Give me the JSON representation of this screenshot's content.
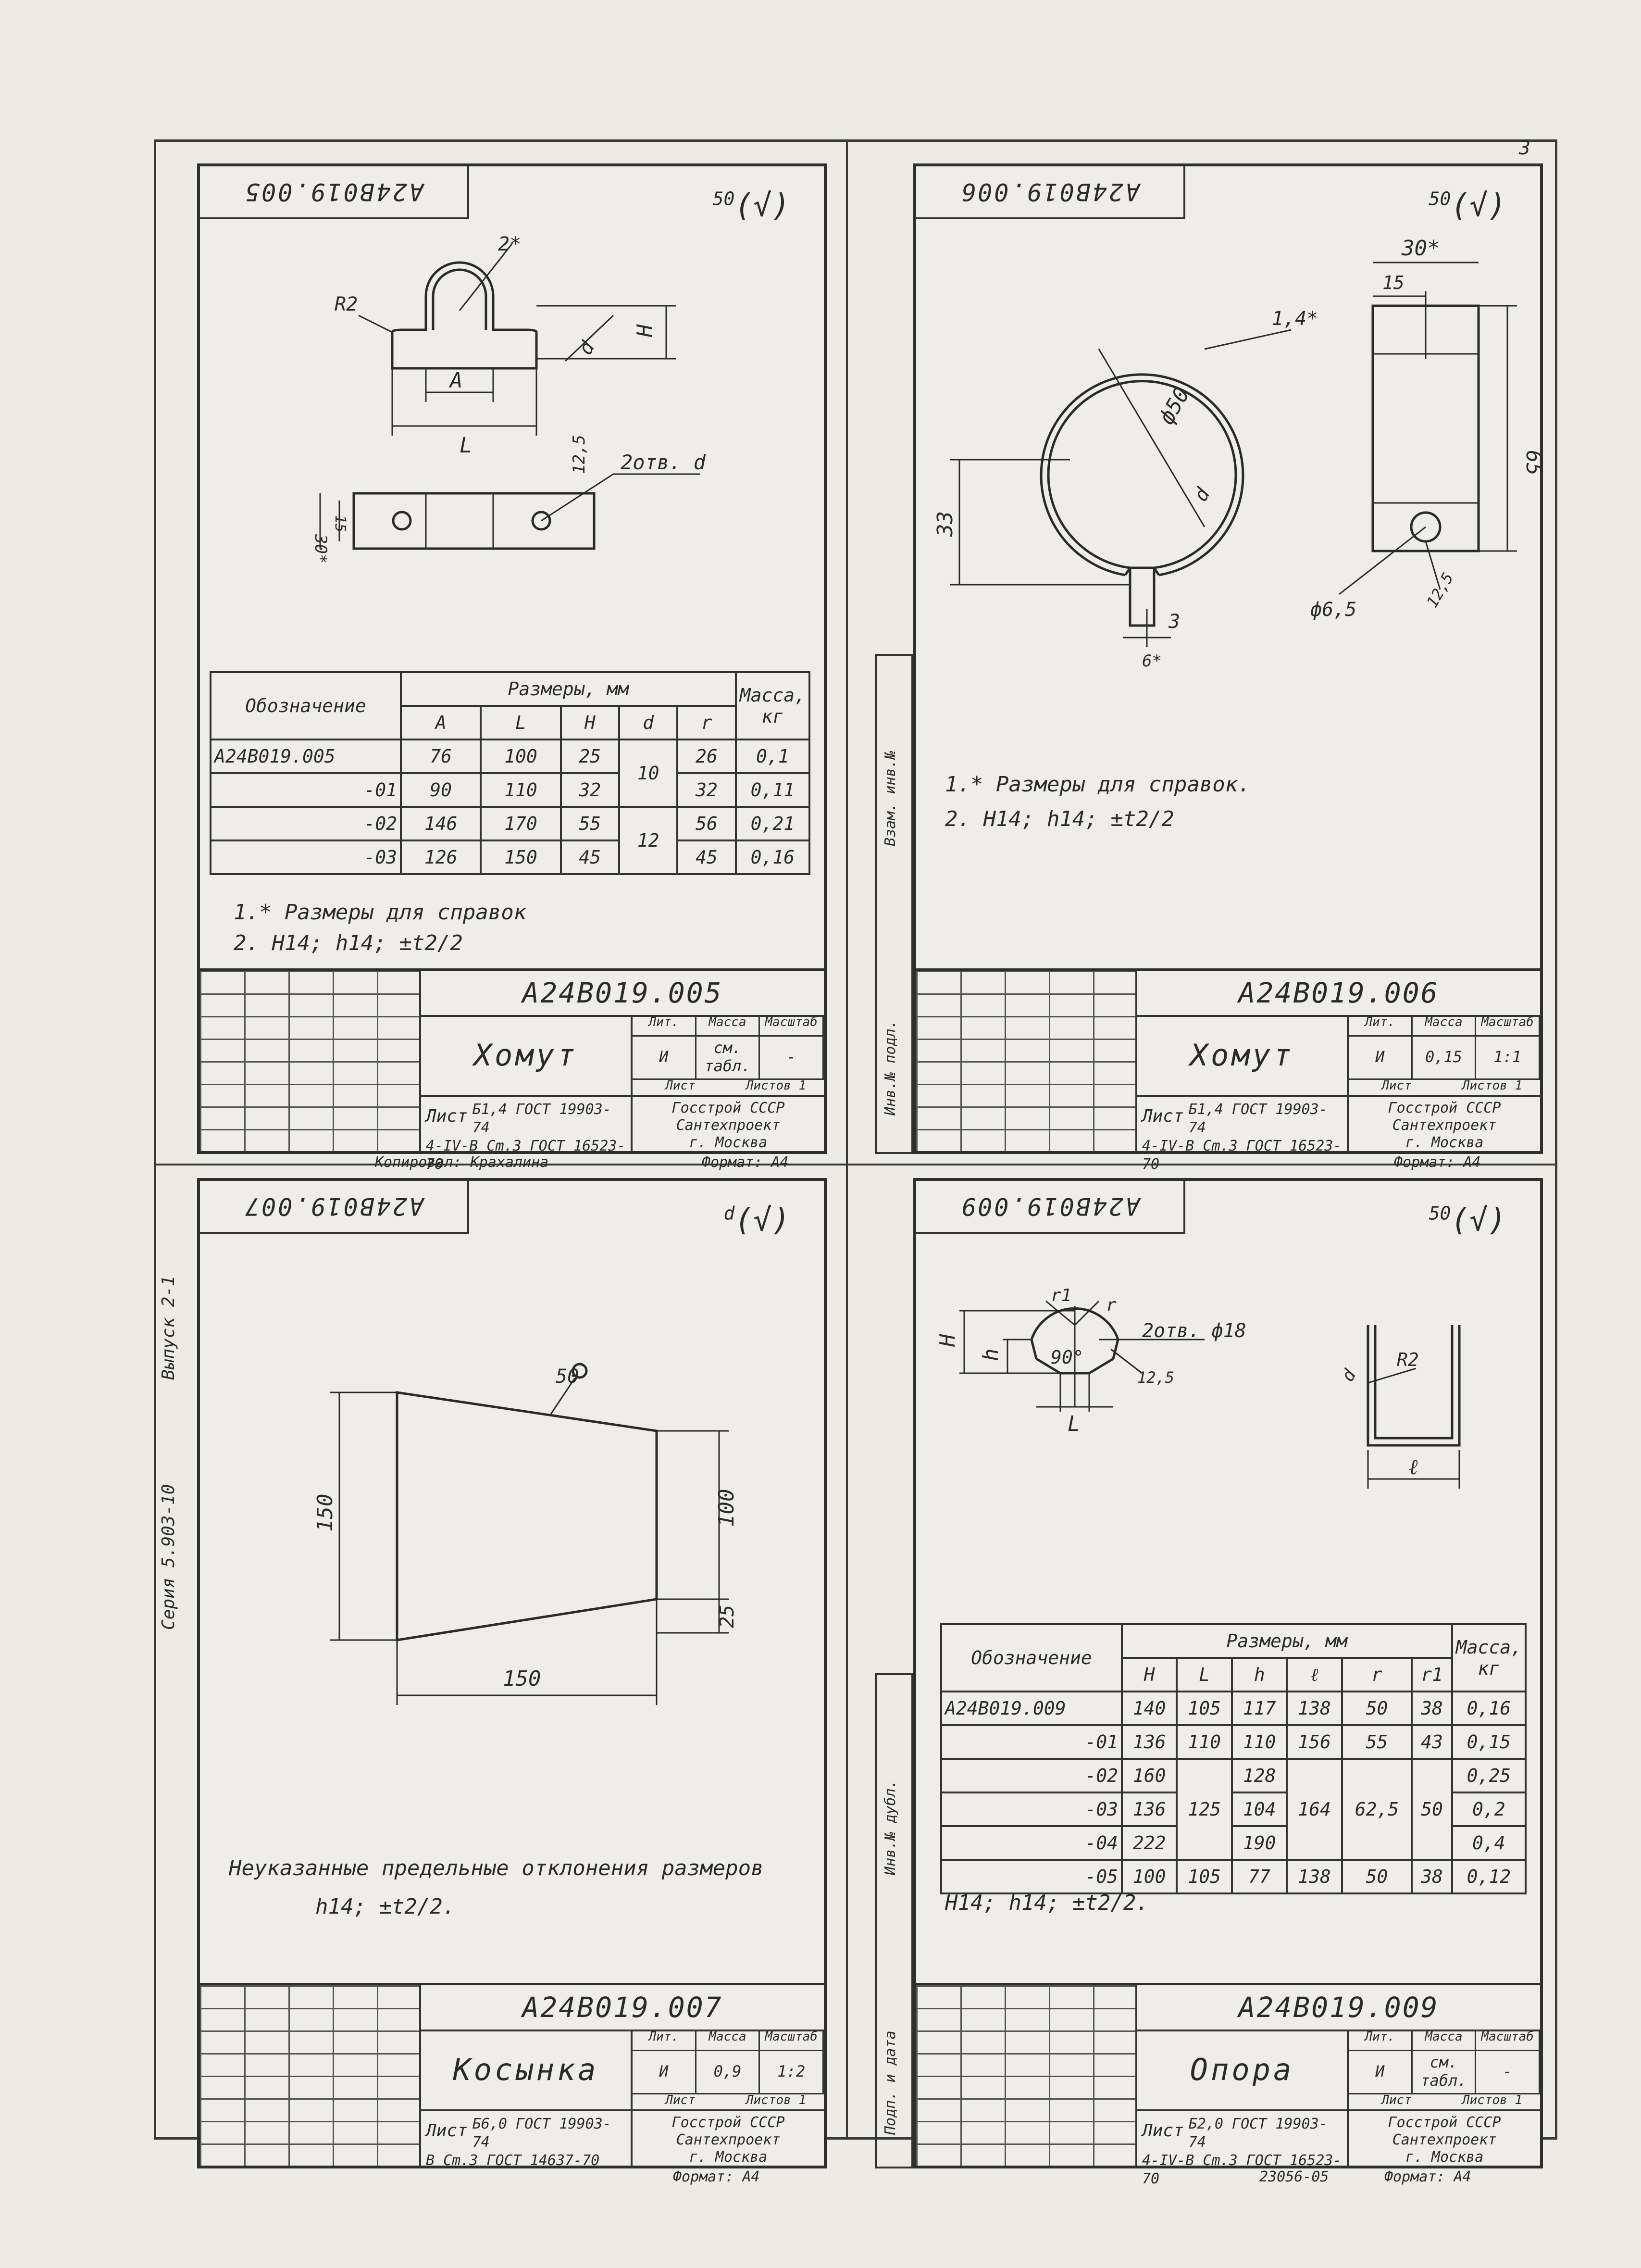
{
  "corner_number": "3",
  "series_label": "Серия 5.903-10",
  "issue_label": "Выпуск 2-1",
  "copied_by": "Копировал: Крахалина",
  "side_labels": {
    "inv": "Инв.№ подл.",
    "sign": "Подп. и дата",
    "vzam": "Взам. инв.№",
    "inv2": "Инв.№ дубл."
  },
  "sheets": [
    {
      "code": "A24B019.005",
      "stamp": "A24B019.005",
      "roughness": {
        "value": "50",
        "sym": "(√)"
      },
      "dim_labels": {
        "two_star": "2*",
        "R2": "R2",
        "H": "H",
        "A": "A",
        "L": "L",
        "holes": "2отв. d",
        "d": "d",
        "w30": "30*",
        "w15": "15",
        "c125": "12,5"
      },
      "table": {
        "head_designation": "Обозначение",
        "head_sizes": "Размеры, мм",
        "head_mass": "Масса, кг",
        "cols": [
          "A",
          "L",
          "H",
          "d",
          "r"
        ],
        "rows": [
          {
            "des": "A24B019.005",
            "A": "76",
            "L": "100",
            "H": "25",
            "d": "10",
            "r": "26",
            "m": "0,1"
          },
          {
            "des": "-01",
            "A": "90",
            "L": "110",
            "H": "32",
            "d": "",
            "r": "32",
            "m": "0,11"
          },
          {
            "des": "-02",
            "A": "146",
            "L": "170",
            "H": "55",
            "d": "12",
            "r": "56",
            "m": "0,21"
          },
          {
            "des": "-03",
            "A": "126",
            "L": "150",
            "H": "45",
            "d": "",
            "r": "45",
            "m": "0,16"
          }
        ]
      },
      "notes": [
        "1.* Размеры для справок",
        "2. H14; h14; ±t2/2"
      ],
      "tb": {
        "title": "Хомут",
        "material_prefix": "Лист",
        "material_line1": "Б1,4 ГОСТ 19903-74",
        "material_line2": "4-IV-B Cm.3 ГОСТ 16523-70",
        "lit_hdr": "Лит.",
        "mass_hdr": "Масса",
        "scale_hdr": "Масштаб",
        "lit": "И",
        "mass": "см. табл.",
        "scale": "-",
        "sheet": "Лист",
        "sheets": "Листов 1",
        "org1": "Госстрой СССР",
        "org2": "Сантехпроект",
        "org3": "г. Москва",
        "format": "Формат: А4"
      }
    },
    {
      "code": "A24B019.006",
      "stamp": "A24B019.006",
      "roughness": {
        "value": "50",
        "sym": "(√)"
      },
      "dim_labels": {
        "t14": "1,4*",
        "d50": "ф50",
        "d": "d",
        "h33": "33",
        "w3": "3",
        "w6": "6*",
        "w30": "30*",
        "w15": "15",
        "h65": "65",
        "d65": "ф6,5",
        "c125": "12,5"
      },
      "notes": [
        "1.* Размеры для справок.",
        "2. H14; h14; ±t2/2"
      ],
      "tb": {
        "title": "Хомут",
        "material_prefix": "Лист",
        "material_line1": "Б1,4 ГОСТ 19903-74",
        "material_line2": "4-IV-B Cm.3 ГОСТ 16523-70",
        "lit_hdr": "Лит.",
        "mass_hdr": "Масса",
        "scale_hdr": "Масштаб",
        "lit": "И",
        "mass": "0,15",
        "scale": "1:1",
        "sheet": "Лист",
        "sheets": "Листов 1",
        "org1": "Госстрой СССР",
        "org2": "Сантехпроект",
        "org3": "г. Москва",
        "format": "Формат: А4"
      }
    },
    {
      "code": "A24B019.007",
      "stamp": "A24B019.007",
      "roughness": {
        "value": "d",
        "sym": "(√)"
      },
      "dim_labels": {
        "h150": "150",
        "w150": "150",
        "h100": "100",
        "h25": "25",
        "r50": "50"
      },
      "notes": [
        "Неуказанные предельные отклонения размеров",
        "h14; ±t2/2."
      ],
      "tb": {
        "title": "Косынка",
        "material_prefix": "Лист",
        "material_line1": "Б6,0 ГОСТ 19903-74",
        "material_line2": "B Cm.3 ГОСТ 14637-70",
        "lit_hdr": "Лит.",
        "mass_hdr": "Масса",
        "scale_hdr": "Масштаб",
        "lit": "И",
        "mass": "0,9",
        "scale": "1:2",
        "sheet": "Лист",
        "sheets": "Листов 1",
        "org1": "Госстрой СССР",
        "org2": "Сантехпроект",
        "org3": "г. Москва",
        "format": "Формат: А4"
      }
    },
    {
      "code": "A24B019.009",
      "stamp": "A24B019.009",
      "roughness": {
        "value": "50",
        "sym": "(√)"
      },
      "dim_labels": {
        "H": "H",
        "h": "h",
        "L": "L",
        "r1": "r1",
        "r": "r",
        "angle": "90°",
        "holes": "2отв. ф18",
        "c125": "12,5",
        "d": "d",
        "R2": "R2",
        "l": "ℓ"
      },
      "table": {
        "head_designation": "Обозначение",
        "head_sizes": "Размеры, мм",
        "head_mass": "Масса, кг",
        "cols": [
          "H",
          "L",
          "h",
          "ℓ",
          "r",
          "r1"
        ],
        "rows": [
          {
            "des": "A24B019.009",
            "H": "140",
            "L": "105",
            "h": "117",
            "l": "138",
            "r": "50",
            "r1": "38",
            "m": "0,16"
          },
          {
            "des": "-01",
            "H": "136",
            "L": "110",
            "h": "110",
            "l": "156",
            "r": "55",
            "r1": "43",
            "m": "0,15"
          },
          {
            "des": "-02",
            "H": "160",
            "L": "",
            "h": "128",
            "l": "",
            "r": "",
            "r1": "",
            "m": "0,25"
          },
          {
            "des": "-03",
            "H": "136",
            "L": "125",
            "h": "104",
            "l": "164",
            "r": "62,5",
            "r1": "50",
            "m": "0,2"
          },
          {
            "des": "-04",
            "H": "222",
            "L": "",
            "h": "190",
            "l": "",
            "r": "",
            "r1": "",
            "m": "0,4"
          },
          {
            "des": "-05",
            "H": "100",
            "L": "105",
            "h": "77",
            "l": "138",
            "r": "50",
            "r1": "38",
            "m": "0,12"
          }
        ]
      },
      "notes": [
        "H14; h14; ±t2/2."
      ],
      "tb": {
        "title": "Опора",
        "material_prefix": "Лист",
        "material_line1": "Б2,0 ГОСТ 19903-74",
        "material_line2": "4-IV-B Cm.3 ГОСТ 16523-70",
        "lit_hdr": "Лит.",
        "mass_hdr": "Масса",
        "scale_hdr": "Масштаб",
        "lit": "И",
        "mass": "см. табл.",
        "scale": "-",
        "sheet": "Лист",
        "sheets": "Листов 1",
        "org1": "Госстрой СССР",
        "org2": "Сантехпроект",
        "org3": "г. Москва",
        "format": "Формат: А4",
        "order": "23056-05"
      }
    }
  ]
}
